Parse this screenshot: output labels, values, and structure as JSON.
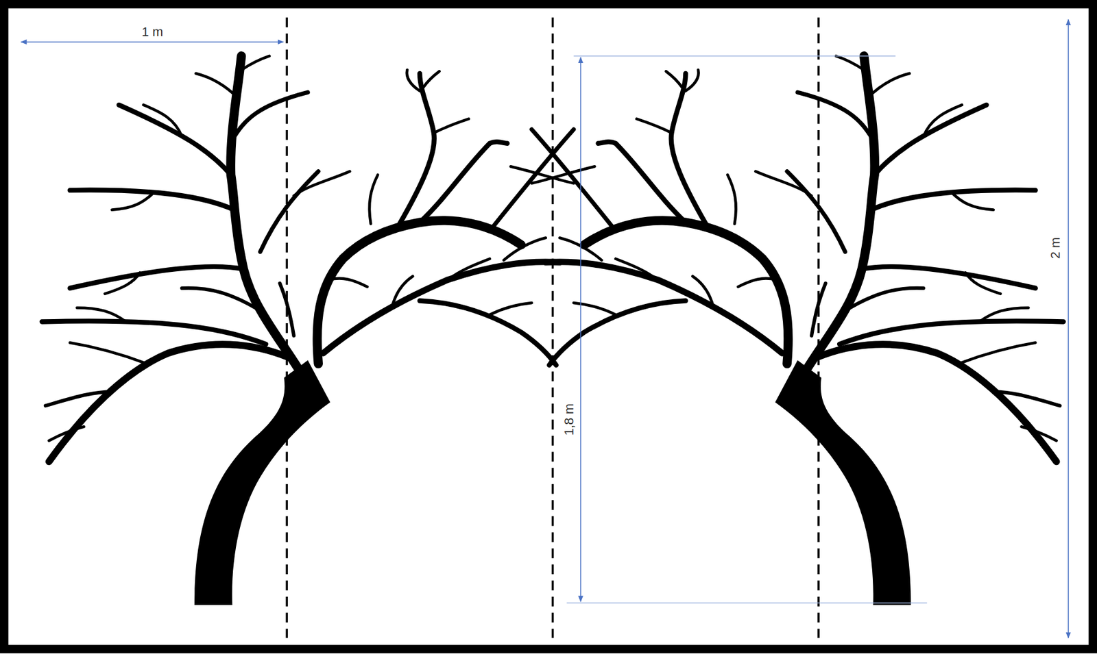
{
  "diagram": {
    "labels": [
      "1 m",
      "1,8 m",
      "2 m"
    ]
  }
}
